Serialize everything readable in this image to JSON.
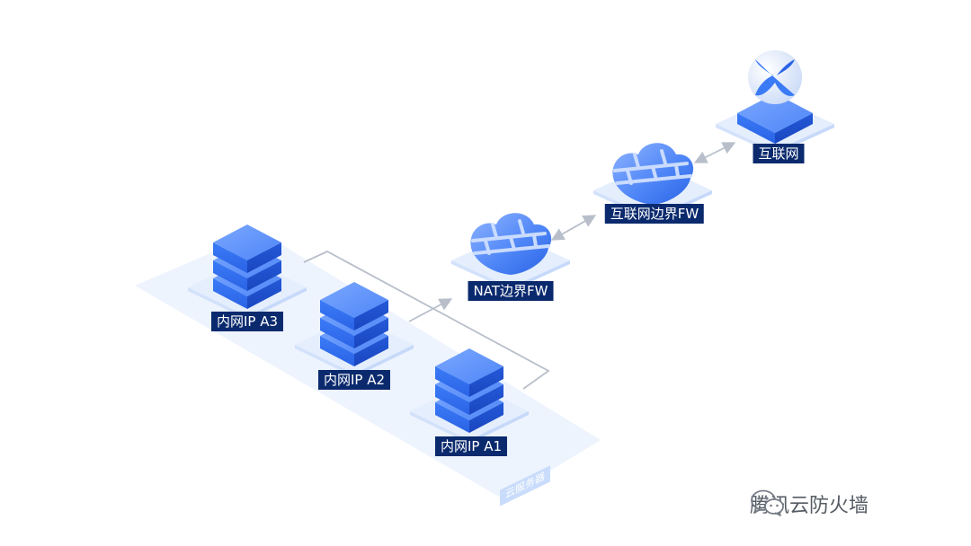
{
  "nodes": {
    "internet": {
      "label": "互联网"
    },
    "border_fw": {
      "label": "互联网边界FW"
    },
    "nat_fw": {
      "label": "NAT边界FW"
    },
    "server_a3": {
      "label": "内网IP A3"
    },
    "server_a2": {
      "label": "内网IP A2"
    },
    "server_a1": {
      "label": "内网IP A1"
    }
  },
  "group": {
    "label": "云服务器"
  },
  "watermark": {
    "text": "腾讯云防火墙",
    "icon": "wechat-icon"
  },
  "colors": {
    "label_bg": "#0b2a6e",
    "server_top": "#5b8ff9",
    "server_left": "#2f6ff2",
    "server_right": "#1e56d8",
    "platform": "#e4eefd",
    "connector": "#b8bfca",
    "zone": "#eef4fe"
  }
}
